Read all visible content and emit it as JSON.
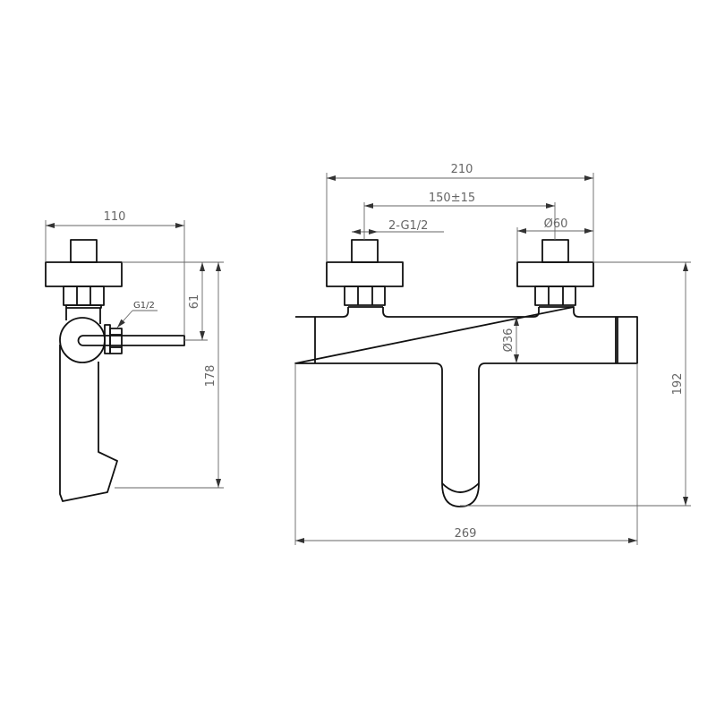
{
  "side_view": {
    "dimensions": {
      "width": "110",
      "inlet_height": "61",
      "total_height": "178",
      "thread": "G1/2"
    }
  },
  "front_view": {
    "dimensions": {
      "flange_span": "210",
      "inlet_centers": "150±15",
      "inlet_thread": "2-G1/2",
      "flange_diameter": "Ø60",
      "body_diameter": "Ø36",
      "total_height": "192",
      "total_width": "269"
    }
  },
  "colors": {
    "object_line": "#111111",
    "dimension_line": "#666666"
  }
}
